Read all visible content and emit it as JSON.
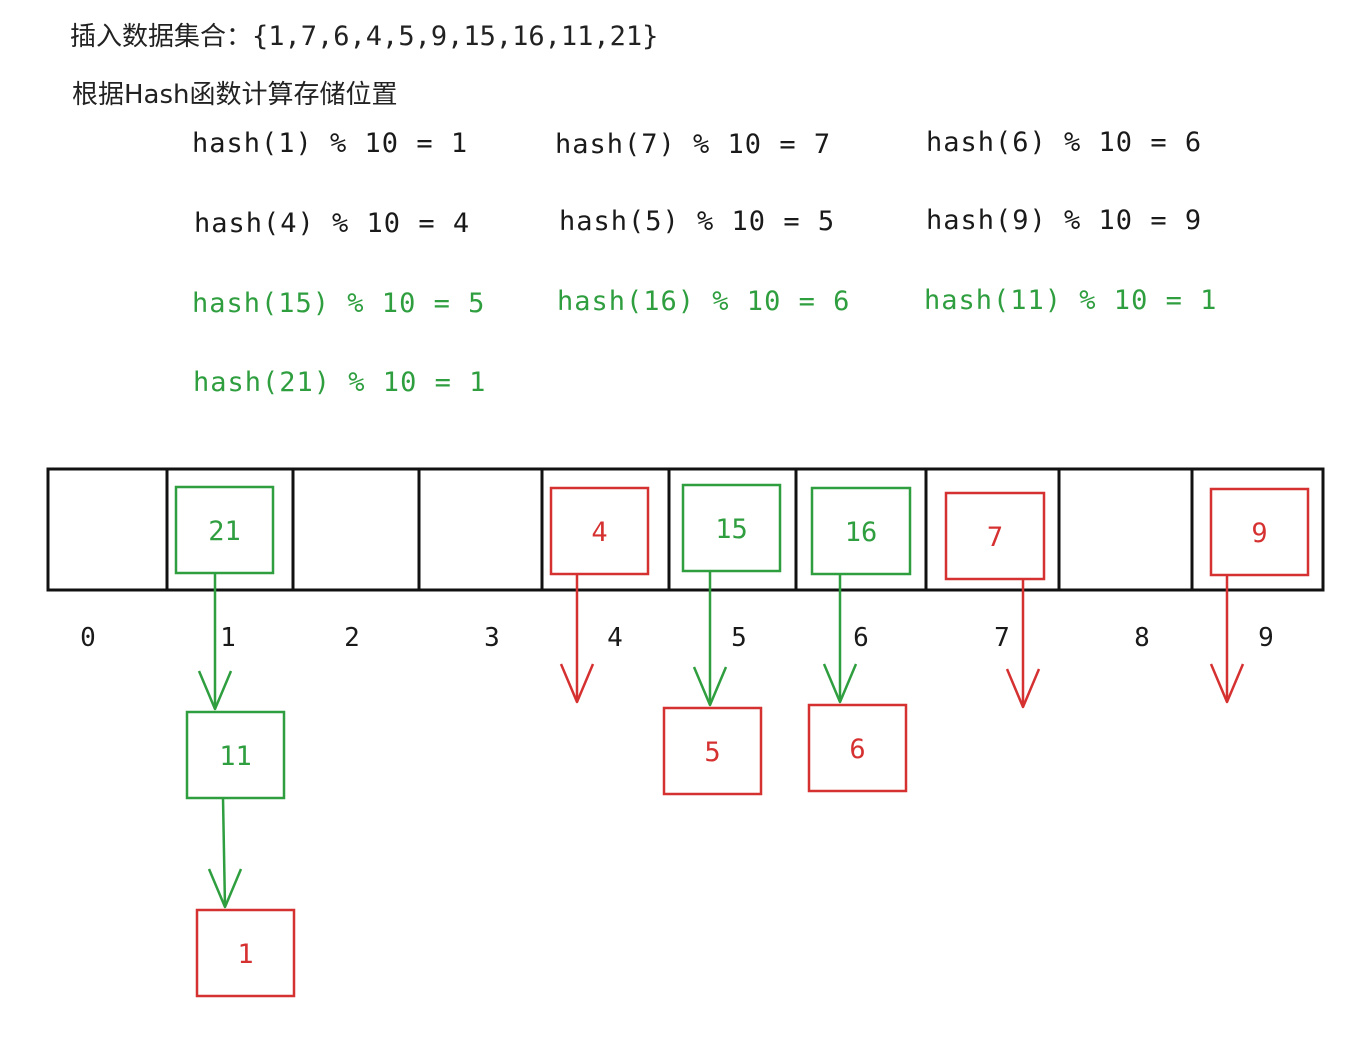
{
  "header": {
    "dataset_label": "插入数据集合：",
    "dataset_values": "{1,7,6,4,5,9,15,16,11,21}",
    "subtitle": "根据Hash函数计算存储位置"
  },
  "equations": [
    {
      "text": "hash(1) % 10 = 1",
      "color": "black"
    },
    {
      "text": "hash(7) % 10 = 7",
      "color": "black"
    },
    {
      "text": "hash(6) % 10 = 6",
      "color": "black"
    },
    {
      "text": "hash(4) % 10 = 4",
      "color": "black"
    },
    {
      "text": "hash(5) % 10 = 5",
      "color": "black"
    },
    {
      "text": "hash(9) % 10 = 9",
      "color": "black"
    },
    {
      "text": "hash(15) % 10 = 5",
      "color": "green"
    },
    {
      "text": "hash(16) % 10 = 6",
      "color": "green"
    },
    {
      "text": "hash(11) % 10 = 1",
      "color": "green"
    },
    {
      "text": "hash(21) % 10 = 1",
      "color": "green"
    }
  ],
  "colors": {
    "green": "#2e9e3f",
    "red": "#d63131",
    "black": "#1a1a1a"
  },
  "table": {
    "indices": [
      "0",
      "1",
      "2",
      "3",
      "4",
      "5",
      "6",
      "7",
      "8",
      "9"
    ],
    "slots": [
      {
        "index": 0,
        "head": null,
        "chain": []
      },
      {
        "index": 1,
        "head": {
          "value": "21",
          "color": "green"
        },
        "chain": [
          {
            "value": "11",
            "color": "green"
          },
          {
            "value": "1",
            "color": "red"
          }
        ]
      },
      {
        "index": 2,
        "head": null,
        "chain": []
      },
      {
        "index": 3,
        "head": null,
        "chain": []
      },
      {
        "index": 4,
        "head": {
          "value": "4",
          "color": "red"
        },
        "chain": []
      },
      {
        "index": 5,
        "head": {
          "value": "15",
          "color": "green"
        },
        "chain": [
          {
            "value": "5",
            "color": "red"
          }
        ]
      },
      {
        "index": 6,
        "head": {
          "value": "16",
          "color": "green"
        },
        "chain": [
          {
            "value": "6",
            "color": "red"
          }
        ]
      },
      {
        "index": 7,
        "head": {
          "value": "7",
          "color": "red"
        },
        "chain": []
      },
      {
        "index": 8,
        "head": null,
        "chain": []
      },
      {
        "index": 9,
        "head": {
          "value": "9",
          "color": "red"
        },
        "chain": []
      }
    ]
  }
}
